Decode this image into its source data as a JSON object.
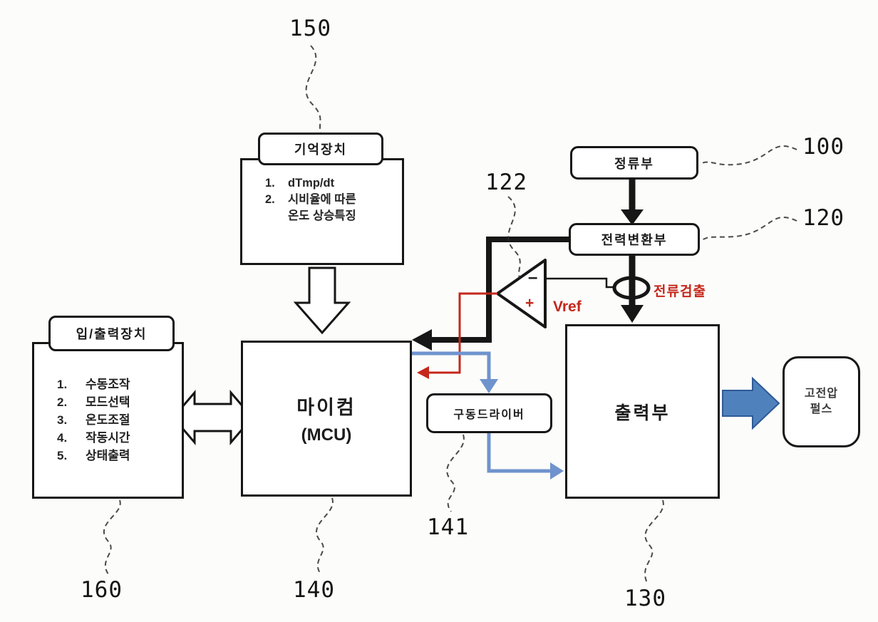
{
  "refs": {
    "r150": "150",
    "r100": "100",
    "r120": "120",
    "r122": "122",
    "r141": "141",
    "r160": "160",
    "r140": "140",
    "r130": "130"
  },
  "memory": {
    "title": "기억장치",
    "item1_num": "1.",
    "item1": "dTmp/dt",
    "item2_num": "2.",
    "item2": "시비율에 따른 온도 상승특징"
  },
  "io": {
    "title": "입/출력장치",
    "items": [
      {
        "num": "1.",
        "label": "수동조작"
      },
      {
        "num": "2.",
        "label": "모드선택"
      },
      {
        "num": "3.",
        "label": "온도조절"
      },
      {
        "num": "4.",
        "label": "작동시간"
      },
      {
        "num": "5.",
        "label": "상태출력"
      }
    ]
  },
  "mcu": {
    "line1": "마이컴",
    "line2": "(MCU)"
  },
  "driver": {
    "title": "구동드라이버"
  },
  "rectifier": {
    "title": "정류부"
  },
  "converter": {
    "title": "전력변환부"
  },
  "output": {
    "title": "출력부"
  },
  "pulse": {
    "line1": "고전압",
    "line2": "펄스"
  },
  "comparator": {
    "minus": "–",
    "plus": "+",
    "vref": "Vref"
  },
  "current_sense": {
    "label": "전류검출"
  },
  "colors": {
    "line_black": "#161616",
    "signal_red": "#c5271b",
    "signal_blue": "#6f93cd",
    "block_blue_fill": "#4f81bd",
    "block_blue_stroke": "#2e5a96"
  }
}
